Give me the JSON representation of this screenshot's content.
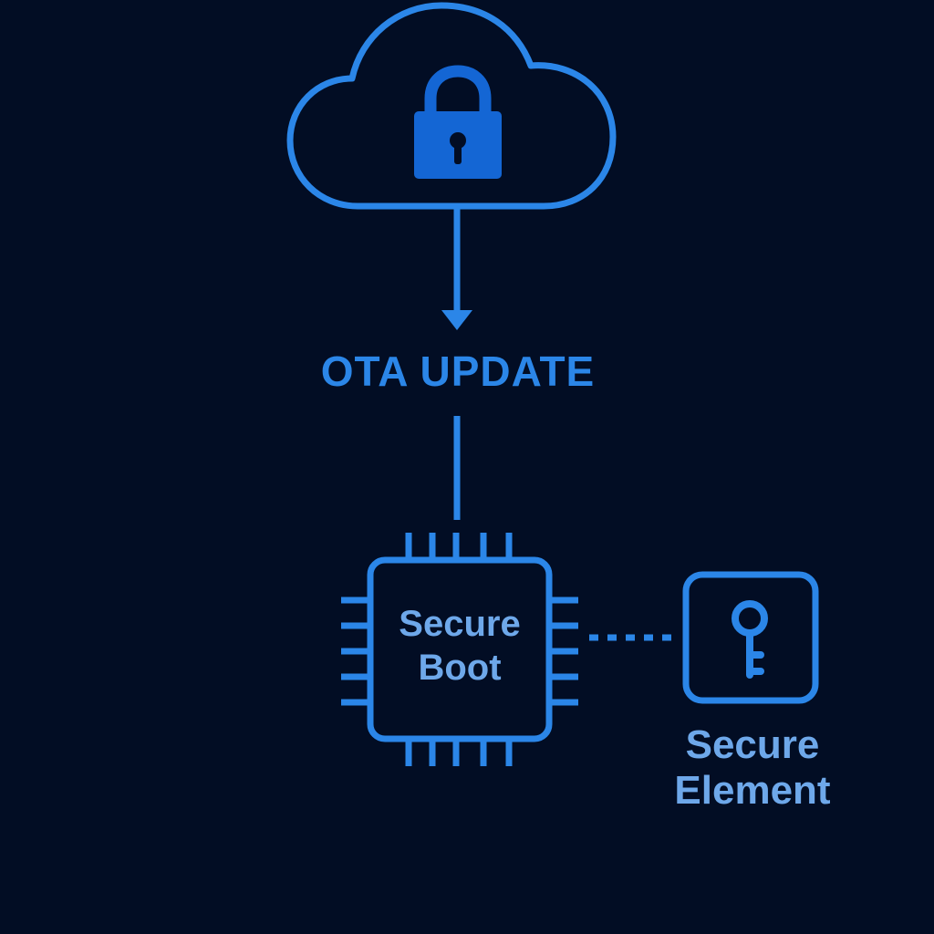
{
  "colors": {
    "background": "#020d24",
    "primary": "#2b86e8",
    "lock_fill": "#1466d4",
    "label_text": "#2b86e8",
    "soft_label_text": "#6ea8ea"
  },
  "cloud": {
    "icon": "cloud-icon",
    "lock_icon": "padlock-icon"
  },
  "ota": {
    "label": "OTA UPDATE"
  },
  "chip": {
    "icon": "microchip-icon",
    "line1": "Secure",
    "line2": "Boot"
  },
  "secure_element": {
    "icon": "key-icon",
    "line1": "Secure",
    "line2": "Element"
  }
}
